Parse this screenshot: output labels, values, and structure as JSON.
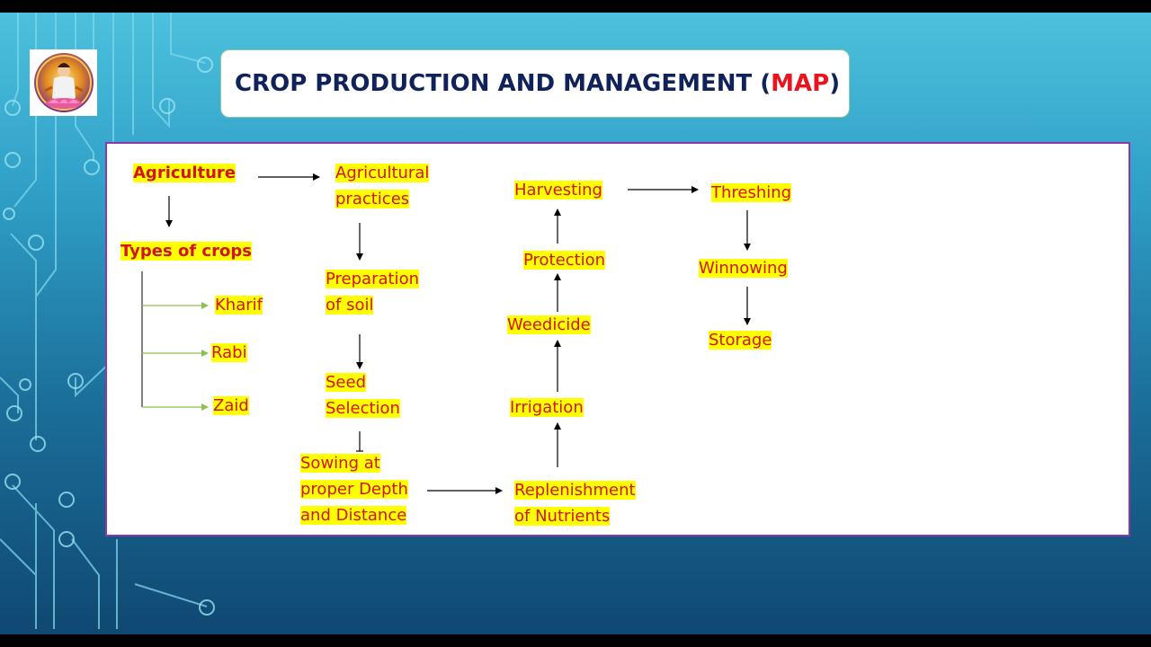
{
  "title": {
    "main": "CROP PRODUCTION AND MANAGEMENT (",
    "highlight": "MAP",
    "close": ")"
  },
  "diagram": {
    "agriculture": "Agriculture",
    "types_of_crops": "Types of crops",
    "kharif": "Kharif",
    "rabi": "Rabi",
    "zaid": "Zaid",
    "agricultural_practices": [
      "Agricultural",
      "practices"
    ],
    "preparation_of_soil": [
      "Preparation",
      "of soil"
    ],
    "seed_selection": [
      "Seed",
      "Selection"
    ],
    "sowing": [
      "Sowing at",
      "proper Depth",
      "and Distance"
    ],
    "replenishment": [
      "Replenishment",
      "of Nutrients"
    ],
    "irrigation": "Irrigation",
    "weedicide": "Weedicide",
    "protection": "Protection",
    "harvesting": "Harvesting",
    "threshing": "Threshing",
    "winnowing": "Winnowing",
    "storage": "Storage"
  },
  "colors": {
    "node_text": "#d2141e",
    "node_highlight": "#ffff00",
    "title_text": "#10225a",
    "title_accent": "#e8141e",
    "panel_border": "#8a3aa8",
    "crop_type_arrow": "#8cc152",
    "flow_arrow": "#000000"
  },
  "logo": {
    "icon": "goddess-saraswati-emblem"
  }
}
